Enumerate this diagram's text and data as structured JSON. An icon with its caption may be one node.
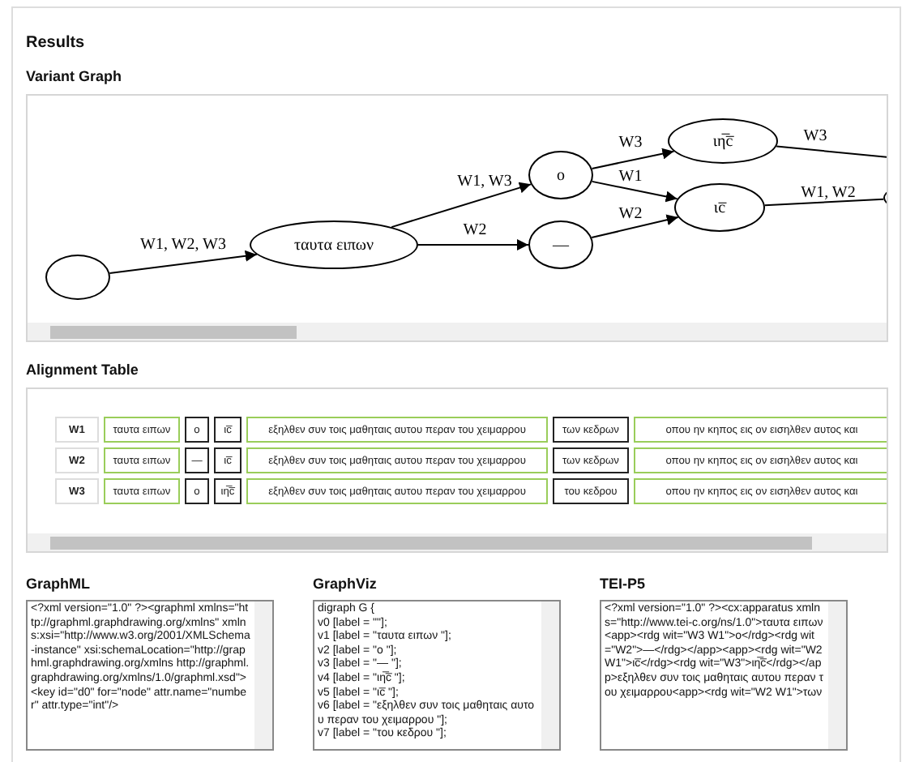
{
  "diagram": {
    "nodes": [
      {
        "text": [],
        "shape": "ellipse"
      },
      {
        "text": [
          "ταυτα ειπων"
        ]
      },
      {
        "text": [
          "ο"
        ]
      },
      {
        "text": [
          "—"
        ]
      },
      {
        "text": [
          "ιη̅c̅"
        ]
      },
      {
        "text": [
          "ιc̅"
        ]
      },
      {
        "text": [],
        "shape": "ellipse"
      }
    ],
    "edges": [
      {
        "from": 0,
        "to": 1,
        "arrow": "to",
        "label": "W1, W2, W3"
      },
      {
        "from": 1,
        "to": 2,
        "arrow": "to",
        "label": "W1, W3"
      },
      {
        "from": 1,
        "to": 3,
        "arrow": "to",
        "label": "W2"
      },
      {
        "from": 2,
        "to": 4,
        "arrow": "to",
        "label": "W3"
      },
      {
        "from": 2,
        "to": 5,
        "arrow": "to",
        "label": "W1"
      },
      {
        "from": 3,
        "to": 5,
        "arrow": "to",
        "label": "W2"
      },
      {
        "from": 4,
        "to": null,
        "arrow": "none",
        "label": "W3"
      },
      {
        "from": 5,
        "to": 6,
        "arrow": "none",
        "label": "W1, W2"
      }
    ],
    "labels": [
      "Results",
      "Variant Graph",
      "Alignment Table",
      "W1",
      "ταυτα ειπων",
      "ο",
      "ιc̅",
      "εξηλθεν συν τοις μαθηταις αυτου περαν του χειμαρρου",
      "των κεδρων",
      "οπου ην κηπος εις ον εισηλθεν αυτος και",
      "W2",
      "ταυτα ειπων",
      "—",
      "ιc̅",
      "εξηλθεν συν τοις μαθηταις αυτου περαν του χειμαρρου",
      "των κεδρων",
      "οπου ην κηπος εις ον εισηλθεν αυτος και",
      "W3",
      "ταυτα ειπων",
      "ο",
      "ιη̅c̅",
      "εξηλθεν συν τοις μαθηταις αυτου περαν του χειμαρρου",
      "του κεδρου",
      "οπου ην κηπος εις ον εισηλθεν αυτος και",
      "GraphML",
      "<?xml version=\"1.0\" ?><graphml xmlns=\"http://graphml.graphdrawing.org/xmlns\" xmlns:xsi=\"http://www.w3.org/2001/XMLSchema-instance\" xsi:schemaLocation=\"http://graphml.graphdrawing.org/xmlns http://graphml.graphdrawing.org/xmlns/1.0/graphml.xsd\"><key id=\"d0\" for=\"node\" attr.name=\"number\" attr.type=\"int\"/>",
      "GraphViz",
      "digraph G {",
      "v0 [label = \"\"];",
      "v1 [label = \"ταυτα ειπων \"];",
      "v2 [label = \"ο \"];",
      "v3 [label = \"— \"];",
      "v4 [label = \"ιη̅c̅ \"];",
      "v5 [label = \"ιc̅ \"];",
      "v6 [label = \"εξηλθεν συν τοις μαθηταις αυτου περαν του χειμαρρου \"];",
      "v7 [label = \"του κεδρου \"];",
      "TEI-P5",
      "<?xml version=\"1.0\" ?><cx:apparatus xmlns=\"http://www.tei-c.org/ns/1.0\">ταυτα ειπων<app><rdg wit=\"W3 W1\">ο</rdg><rdg wit=\"W2\">—</rdg></app><app><rdg wit=\"W2 W1\">ιc̅</rdg><rdg wit=\"W3\">ιη̅c̅</rdg></app>εξηλθεν συν τοις μαθηταις αυτου περαν του χειμαρρου<app><rdg wit=\"W2 W1\">των"
    ]
  }
}
